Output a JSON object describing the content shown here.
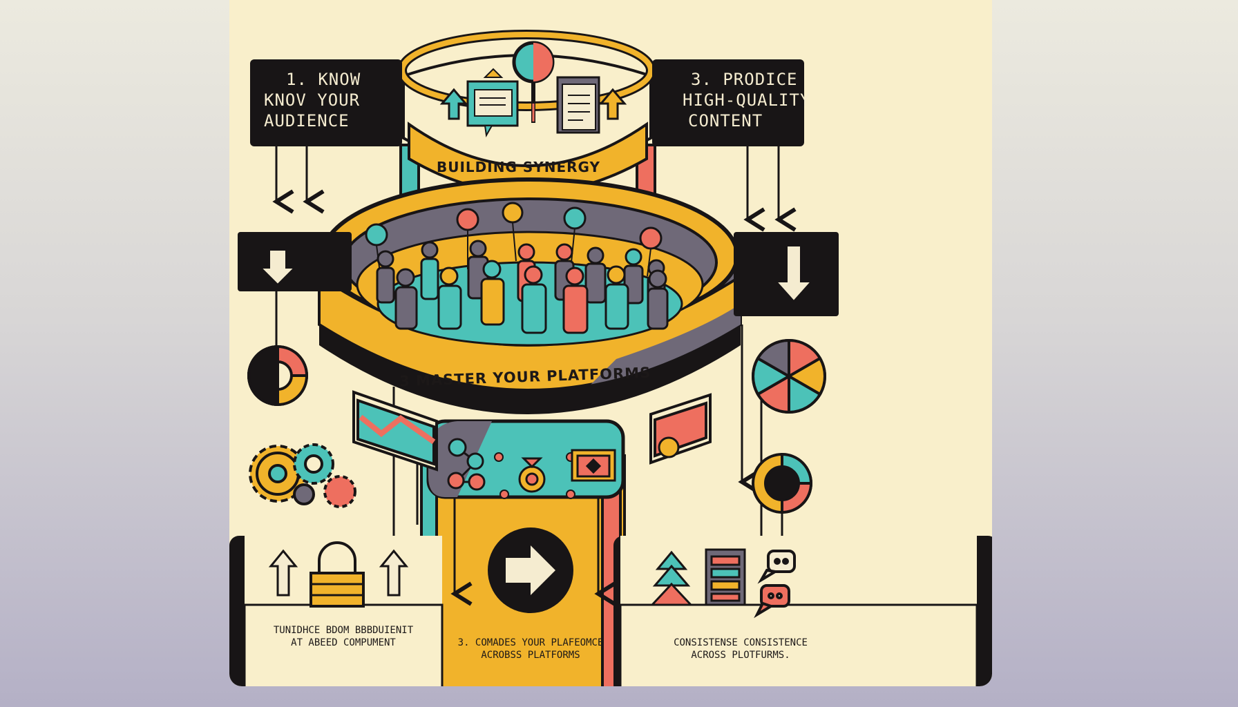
{
  "labels": {
    "know_audience": [
      "1. KNOW",
      "KNOV YOUR",
      "AUDIENCE"
    ],
    "produce_content": [
      "3. PRODICE",
      "HIGH-QUALITY",
      "CONTENT"
    ],
    "building_synergy": "BUILDING SYNERGY",
    "master_platforms": "3 MASTER YOUR PLATFORMS"
  },
  "footer": {
    "left": [
      "TUNIDHCE BDOM BBBDUIENIT",
      "AT ABEED COMPUMENT"
    ],
    "center": [
      "3. COMADES YOUR PLAFEOMCE",
      "ACROBSS PLATFORMS"
    ],
    "right": [
      "CONSISTENSE CONSISTENCE",
      "ACROSS PLOTFURMS."
    ]
  },
  "colors": {
    "card": "#f9efcb",
    "ink": "#181516",
    "yellow": "#f1b32b",
    "teal": "#4cc2b8",
    "coral": "#ee6f5f",
    "slate": "#6f6978",
    "cream": "#f5ecd0"
  },
  "icons": [
    "magnifier-icon",
    "document-icon",
    "chat-card-icon",
    "balloon-icon",
    "people-group-icon",
    "gear-icon",
    "lock-icon",
    "arrow-right-icon",
    "chat-bubble-icon",
    "pie-chart-icon",
    "donut-chart-icon"
  ]
}
